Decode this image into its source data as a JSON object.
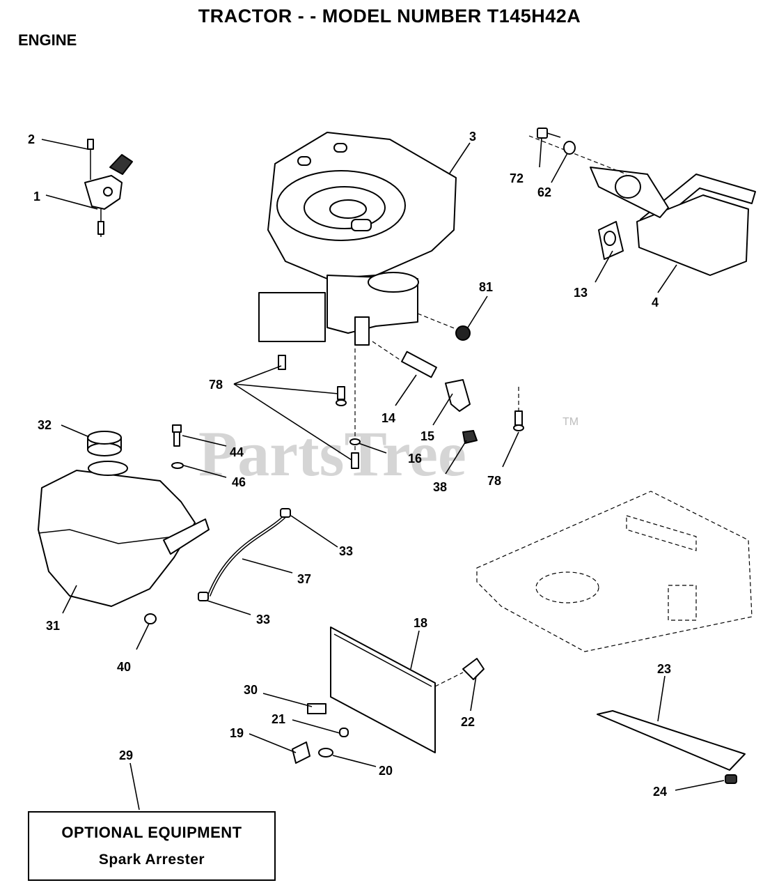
{
  "header": {
    "title": "TRACTOR - - MODEL NUMBER T145H42A",
    "section": "ENGINE"
  },
  "watermark": {
    "text": "PartsTree",
    "tm": "TM"
  },
  "callouts": [
    {
      "id": "c1",
      "label": "1"
    },
    {
      "id": "c2",
      "label": "2"
    },
    {
      "id": "c3",
      "label": "3"
    },
    {
      "id": "c4",
      "label": "4"
    },
    {
      "id": "c13",
      "label": "13"
    },
    {
      "id": "c14",
      "label": "14"
    },
    {
      "id": "c15",
      "label": "15"
    },
    {
      "id": "c16",
      "label": "16"
    },
    {
      "id": "c18",
      "label": "18"
    },
    {
      "id": "c19",
      "label": "19"
    },
    {
      "id": "c20",
      "label": "20"
    },
    {
      "id": "c21",
      "label": "21"
    },
    {
      "id": "c22",
      "label": "22"
    },
    {
      "id": "c23",
      "label": "23"
    },
    {
      "id": "c24",
      "label": "24"
    },
    {
      "id": "c29",
      "label": "29"
    },
    {
      "id": "c30",
      "label": "30"
    },
    {
      "id": "c31",
      "label": "31"
    },
    {
      "id": "c32",
      "label": "32"
    },
    {
      "id": "c33a",
      "label": "33"
    },
    {
      "id": "c33b",
      "label": "33"
    },
    {
      "id": "c37",
      "label": "37"
    },
    {
      "id": "c38",
      "label": "38"
    },
    {
      "id": "c40",
      "label": "40"
    },
    {
      "id": "c44",
      "label": "44"
    },
    {
      "id": "c46",
      "label": "46"
    },
    {
      "id": "c62",
      "label": "62"
    },
    {
      "id": "c72",
      "label": "72"
    },
    {
      "id": "c78a",
      "label": "78"
    },
    {
      "id": "c78b",
      "label": "78"
    },
    {
      "id": "c81",
      "label": "81"
    }
  ],
  "optional": {
    "title": "OPTIONAL EQUIPMENT",
    "item": "Spark Arrester"
  }
}
